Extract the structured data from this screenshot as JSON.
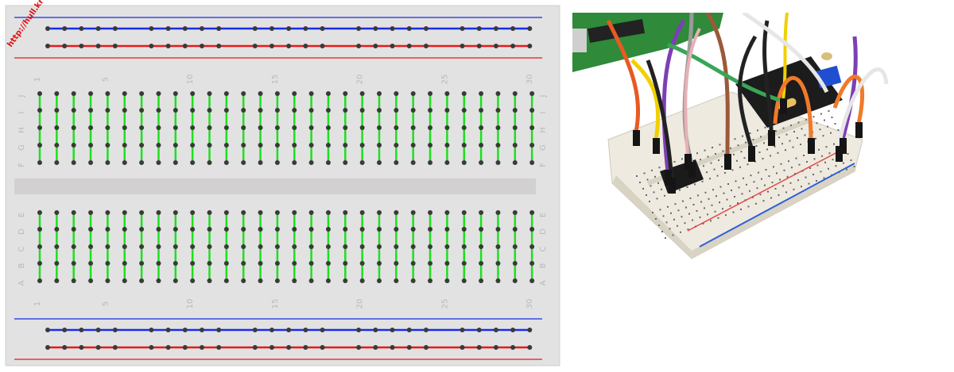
{
  "watermark": "http://hull.kr",
  "breadboard": {
    "columns": 30,
    "column_numbers": [
      "1",
      "5",
      "10",
      "15",
      "20",
      "25",
      "30"
    ],
    "top_rows": [
      "J",
      "I",
      "H",
      "G",
      "F"
    ],
    "bottom_rows": [
      "E",
      "D",
      "C",
      "B",
      "A"
    ],
    "colors": {
      "board": "#e2e2e2",
      "channel": "#d2d0d0",
      "hole": "#3a3a3a",
      "column_wire": "#22dd22",
      "negative_rail": "#1a2be6",
      "positive_rail": "#e61a1a",
      "label": "#b9b9b9"
    }
  },
  "photo": {
    "description_icon": "breadboard-photo",
    "colors": {
      "background": "#ffffff",
      "board": "#eeeae0",
      "pcb": "#2f8a3a",
      "module": "#1c1c1c",
      "pot": "#1f4fd0"
    }
  }
}
